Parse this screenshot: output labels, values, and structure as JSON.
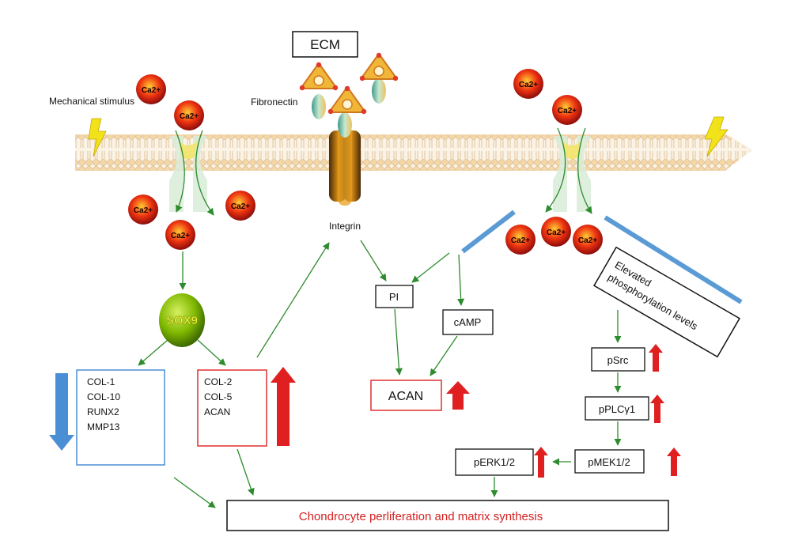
{
  "labels": {
    "ecm": "ECM",
    "fibronectin": "Fibronectin",
    "mechanical_stimulus": "Mechanical stimulus",
    "integrin": "Integrin",
    "sox9": "SOX9",
    "ca": "Ca2+",
    "elevated_phos": [
      "Elevated",
      "phosphorylation levels"
    ],
    "pi": "PI",
    "camp": "cAMP",
    "acan": "ACAN",
    "psrc": "pSrc",
    "pplcg1": "pPLCγ1",
    "pmek": "pMEK1/2",
    "perk": "pERK1/2",
    "bottom": "Chondrocyte perliferation and matrix synthesis"
  },
  "down_genes": [
    "COL-1",
    "COL-10",
    "RUNX2",
    "MMP13"
  ],
  "up_genes": [
    "COL-2",
    "COL-5",
    "ACAN"
  ],
  "colors": {
    "arrow": "#2e8b2e",
    "red_up": "#e02020",
    "blue_down": "#4a8fd6",
    "box_blue": "#4a8fd6",
    "box_red": "#e03030",
    "bottom_text": "#d42020",
    "bar_blue": "#5b9bd5",
    "sox9": "#7fb800"
  }
}
